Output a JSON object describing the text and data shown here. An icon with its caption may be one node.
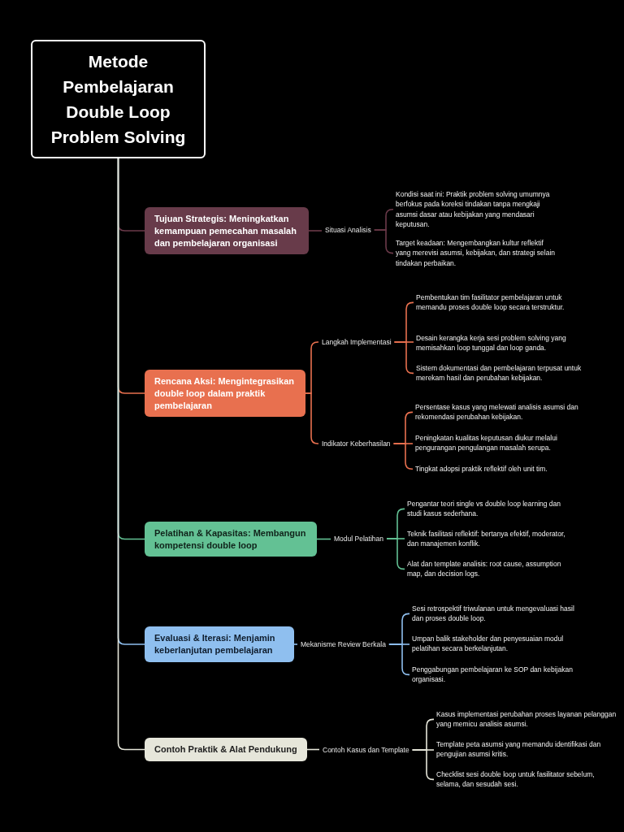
{
  "diagram": {
    "nodes": [
      {
        "text": [
          "Metode Pembelajaran Double Loop Problem Solving"
        ]
      },
      {
        "text": [
          "Tujuan Strategis: Meningkatkan kemampuan pemecahan masalah dan pembelajaran organisasi"
        ]
      },
      {
        "text": [
          "Situasi Analisis"
        ]
      },
      {
        "text": [
          "Kondisi saat ini: Praktik problem solving umumnya berfokus pada koreksi tindakan tanpa mengkaji asumsi dasar atau kebijakan yang mendasari keputusan."
        ]
      },
      {
        "text": [
          "Target keadaan: Mengembangkan kultur reflektif yang merevisi asumsi, kebijakan, dan strategi selain tindakan perbaikan."
        ]
      },
      {
        "text": [
          "Rencana Aksi: Mengintegrasikan double loop dalam praktik pembelajaran"
        ]
      },
      {
        "text": [
          "Langkah Implementasi"
        ]
      },
      {
        "text": [
          "Pembentukan tim fasilitator pembelajaran untuk memandu proses double loop secara terstruktur."
        ]
      },
      {
        "text": [
          "Desain kerangka kerja sesi problem solving yang memisahkan loop tunggal dan loop ganda."
        ]
      },
      {
        "text": [
          "Sistem dokumentasi dan pembelajaran terpusat untuk merekam hasil dan perubahan kebijakan."
        ]
      },
      {
        "text": [
          "Indikator Keberhasilan"
        ]
      },
      {
        "text": [
          "Persentase kasus yang melewati analisis asumsi dan rekomendasi perubahan kebijakan."
        ]
      },
      {
        "text": [
          "Peningkatan kualitas keputusan diukur melalui pengurangan pengulangan masalah serupa."
        ]
      },
      {
        "text": [
          "Tingkat adopsi praktik reflektif oleh unit tim."
        ]
      },
      {
        "text": [
          "Pelatihan & Kapasitas: Membangun kompetensi double loop"
        ]
      },
      {
        "text": [
          "Modul Pelatihan"
        ]
      },
      {
        "text": [
          "Pengantar teori single vs double loop learning dan studi kasus sederhana."
        ]
      },
      {
        "text": [
          "Teknik fasilitasi reflektif: bertanya efektif, moderator, dan manajemen konflik."
        ]
      },
      {
        "text": [
          "Alat dan template analisis: root cause, assumption map, dan decision logs."
        ]
      },
      {
        "text": [
          "Evaluasi & Iterasi: Menjamin keberlanjutan pembelajaran"
        ]
      },
      {
        "text": [
          "Mekanisme Review Berkala"
        ]
      },
      {
        "text": [
          "Sesi retrospektif triwulanan untuk mengevaluasi hasil dan proses double loop."
        ]
      },
      {
        "text": [
          "Umpan balik stakeholder dan penyesuaian modul pelatihan secara berkelanjutan."
        ]
      },
      {
        "text": [
          "Penggabungan pembelajaran ke SOP dan kebijakan organisasi."
        ]
      },
      {
        "text": [
          "Contoh Praktik & Alat Pendukung"
        ]
      },
      {
        "text": [
          "Contoh Kasus dan Template"
        ]
      },
      {
        "text": [
          "Kasus implementasi perubahan proses layanan pelanggan yang memicu analisis asumsi."
        ]
      },
      {
        "text": [
          "Template peta asumsi yang memandu identifikasi dan pengujian asumsi kritis."
        ]
      },
      {
        "text": [
          "Checklist sesi double loop untuk fasilitator sebelum, selama, dan sesudah sesi."
        ]
      }
    ],
    "edges": [
      {
        "from": 0,
        "to": 1,
        "arrow": "none",
        "color": "#6b3a4a"
      },
      {
        "from": 0,
        "to": 5,
        "arrow": "none",
        "color": "#e8704f"
      },
      {
        "from": 0,
        "to": 14,
        "arrow": "none",
        "color": "#63c194"
      },
      {
        "from": 0,
        "to": 19,
        "arrow": "none",
        "color": "#8fbfef"
      },
      {
        "from": 0,
        "to": 24,
        "arrow": "none",
        "color": "#e6e6da"
      },
      {
        "from": 1,
        "to": 2,
        "arrow": "none",
        "color": "#6b3a4a"
      },
      {
        "from": 2,
        "to": 3,
        "arrow": "none",
        "color": "#6b3a4a"
      },
      {
        "from": 2,
        "to": 4,
        "arrow": "none",
        "color": "#6b3a4a"
      },
      {
        "from": 5,
        "to": 6,
        "arrow": "none",
        "color": "#e8704f"
      },
      {
        "from": 6,
        "to": 7,
        "arrow": "none",
        "color": "#e8704f"
      },
      {
        "from": 6,
        "to": 8,
        "arrow": "none",
        "color": "#e8704f"
      },
      {
        "from": 6,
        "to": 9,
        "arrow": "none",
        "color": "#e8704f"
      },
      {
        "from": 5,
        "to": 10,
        "arrow": "none",
        "color": "#e8704f"
      },
      {
        "from": 10,
        "to": 11,
        "arrow": "none",
        "color": "#e8704f"
      },
      {
        "from": 10,
        "to": 12,
        "arrow": "none",
        "color": "#e8704f"
      },
      {
        "from": 10,
        "to": 13,
        "arrow": "none",
        "color": "#e8704f"
      },
      {
        "from": 14,
        "to": 15,
        "arrow": "none",
        "color": "#63c194"
      },
      {
        "from": 15,
        "to": 16,
        "arrow": "none",
        "color": "#63c194"
      },
      {
        "from": 15,
        "to": 17,
        "arrow": "none",
        "color": "#63c194"
      },
      {
        "from": 15,
        "to": 18,
        "arrow": "none",
        "color": "#63c194"
      },
      {
        "from": 19,
        "to": 20,
        "arrow": "none",
        "color": "#8fbfef"
      },
      {
        "from": 20,
        "to": 21,
        "arrow": "none",
        "color": "#8fbfef"
      },
      {
        "from": 20,
        "to": 22,
        "arrow": "none",
        "color": "#8fbfef"
      },
      {
        "from": 20,
        "to": 23,
        "arrow": "none",
        "color": "#8fbfef"
      },
      {
        "from": 24,
        "to": 25,
        "arrow": "none",
        "color": "#e6e6da"
      },
      {
        "from": 25,
        "to": 26,
        "arrow": "none",
        "color": "#e6e6da"
      },
      {
        "from": 25,
        "to": 27,
        "arrow": "none",
        "color": "#e6e6da"
      },
      {
        "from": 25,
        "to": 28,
        "arrow": "none",
        "color": "#e6e6da"
      }
    ]
  }
}
